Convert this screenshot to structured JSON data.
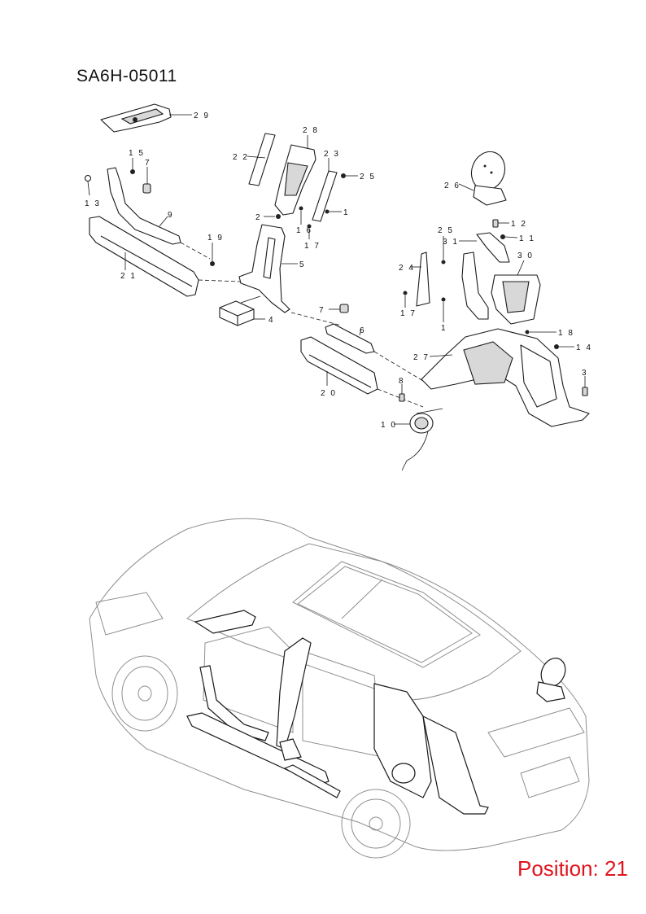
{
  "diagram_code": "SA6H-05011",
  "position_label": "Position: 21",
  "callouts": [
    {
      "id": "29",
      "label": "2 9"
    },
    {
      "id": "15",
      "label": "1 5"
    },
    {
      "id": "7a",
      "label": "7"
    },
    {
      "id": "13",
      "label": "1 3"
    },
    {
      "id": "9",
      "label": "9"
    },
    {
      "id": "19",
      "label": "1 9"
    },
    {
      "id": "21",
      "label": "2 1"
    },
    {
      "id": "22",
      "label": "2 2"
    },
    {
      "id": "28",
      "label": "2 8"
    },
    {
      "id": "23",
      "label": "2 3"
    },
    {
      "id": "25a",
      "label": "2 5"
    },
    {
      "id": "2",
      "label": "2"
    },
    {
      "id": "16",
      "label": "1 6"
    },
    {
      "id": "1a",
      "label": "1"
    },
    {
      "id": "17a",
      "label": "1 7"
    },
    {
      "id": "5",
      "label": "5"
    },
    {
      "id": "4",
      "label": "4"
    },
    {
      "id": "7b",
      "label": "7"
    },
    {
      "id": "6",
      "label": "6"
    },
    {
      "id": "20",
      "label": "2 0"
    },
    {
      "id": "26",
      "label": "2 6"
    },
    {
      "id": "12",
      "label": "1 2"
    },
    {
      "id": "25b",
      "label": "2 5"
    },
    {
      "id": "31",
      "label": "3 1"
    },
    {
      "id": "11",
      "label": "1 1"
    },
    {
      "id": "30",
      "label": "3 0"
    },
    {
      "id": "24",
      "label": "2 4"
    },
    {
      "id": "17b",
      "label": "1 7"
    },
    {
      "id": "1b",
      "label": "1"
    },
    {
      "id": "18",
      "label": "1 8"
    },
    {
      "id": "14",
      "label": "1 4"
    },
    {
      "id": "27",
      "label": "2 7"
    },
    {
      "id": "3",
      "label": "3"
    },
    {
      "id": "8",
      "label": "8"
    },
    {
      "id": "10",
      "label": "1 0"
    }
  ]
}
